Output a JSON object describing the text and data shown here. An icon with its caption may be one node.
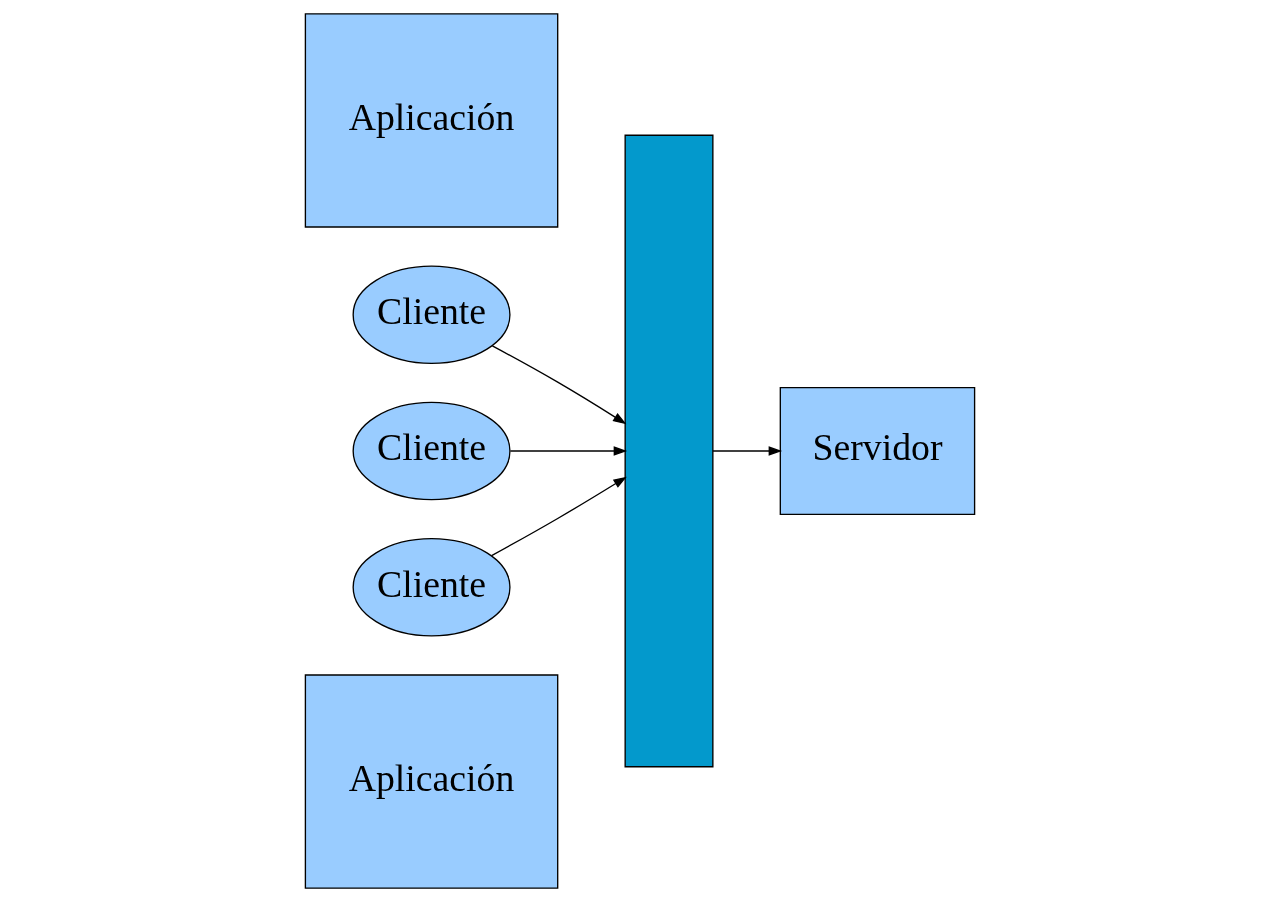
{
  "diagram": {
    "nodes": [
      {
        "text": [
          "Aplicación"
        ]
      },
      {
        "text": [
          "Cliente"
        ]
      },
      {
        "text": [
          "Cliente"
        ]
      },
      {
        "text": [
          "Aplicación"
        ]
      },
      {
        "text": [
          "Cliente"
        ]
      },
      {
        "text": [],
        "shape": "bar"
      },
      {
        "text": [
          "Servidor"
        ]
      }
    ],
    "edges": [
      {
        "from": 1,
        "to": 5,
        "arrow": "to"
      },
      {
        "from": 2,
        "to": 5,
        "arrow": "to"
      },
      {
        "from": 4,
        "to": 5,
        "arrow": "to"
      },
      {
        "from": 5,
        "to": 6,
        "arrow": "to"
      }
    ]
  }
}
